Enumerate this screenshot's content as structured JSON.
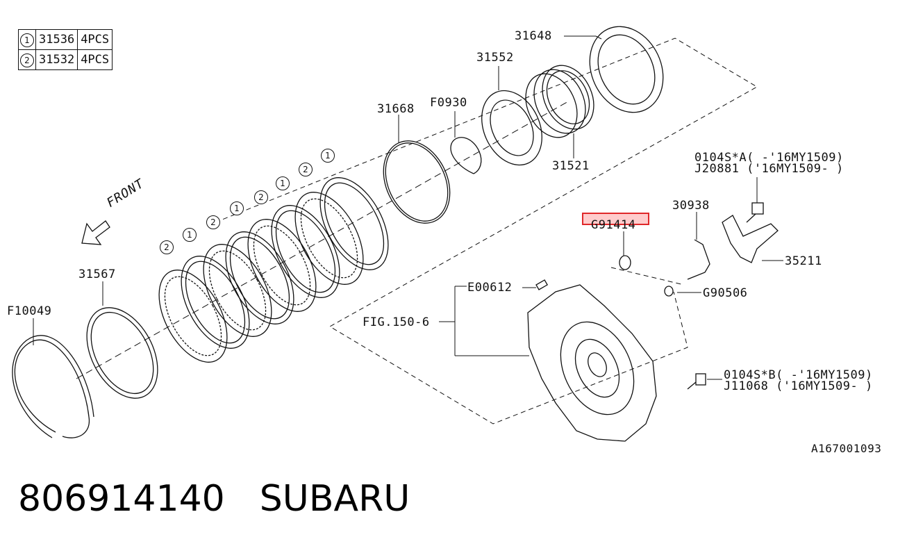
{
  "legend": [
    {
      "num": "1",
      "part": "31536",
      "qty": "4PCS"
    },
    {
      "num": "2",
      "part": "31532",
      "qty": "4PCS"
    }
  ],
  "labels": {
    "p31648": "31648",
    "p31552": "31552",
    "p31668": "31668",
    "pF0930": "F0930",
    "p31521": "31521",
    "p31567": "31567",
    "pF10049": "F10049",
    "front": "FRONT",
    "bolt_a_line1": "0104S*A( -'16MY1509)",
    "bolt_a_line2": "J20881 ('16MY1509- )",
    "p30938": "30938",
    "pG91414": "G91414",
    "p35211": "35211",
    "pE00612": "E00612",
    "fig": "FIG.150-6",
    "pG90506": "G90506",
    "bolt_b_line1": "0104S*B( -'16MY1509)",
    "bolt_b_line2": "J11068 ('16MY1509- )",
    "diagram_id": "A167001093"
  },
  "callouts": [
    "2",
    "1",
    "2",
    "1",
    "2",
    "1",
    "2",
    "1"
  ],
  "footer": {
    "part_number": "806914140",
    "brand": "SUBARU"
  },
  "colors": {
    "line": "#111111",
    "highlight_border": "#e0282a",
    "highlight_fill": "#ffb4b4"
  }
}
